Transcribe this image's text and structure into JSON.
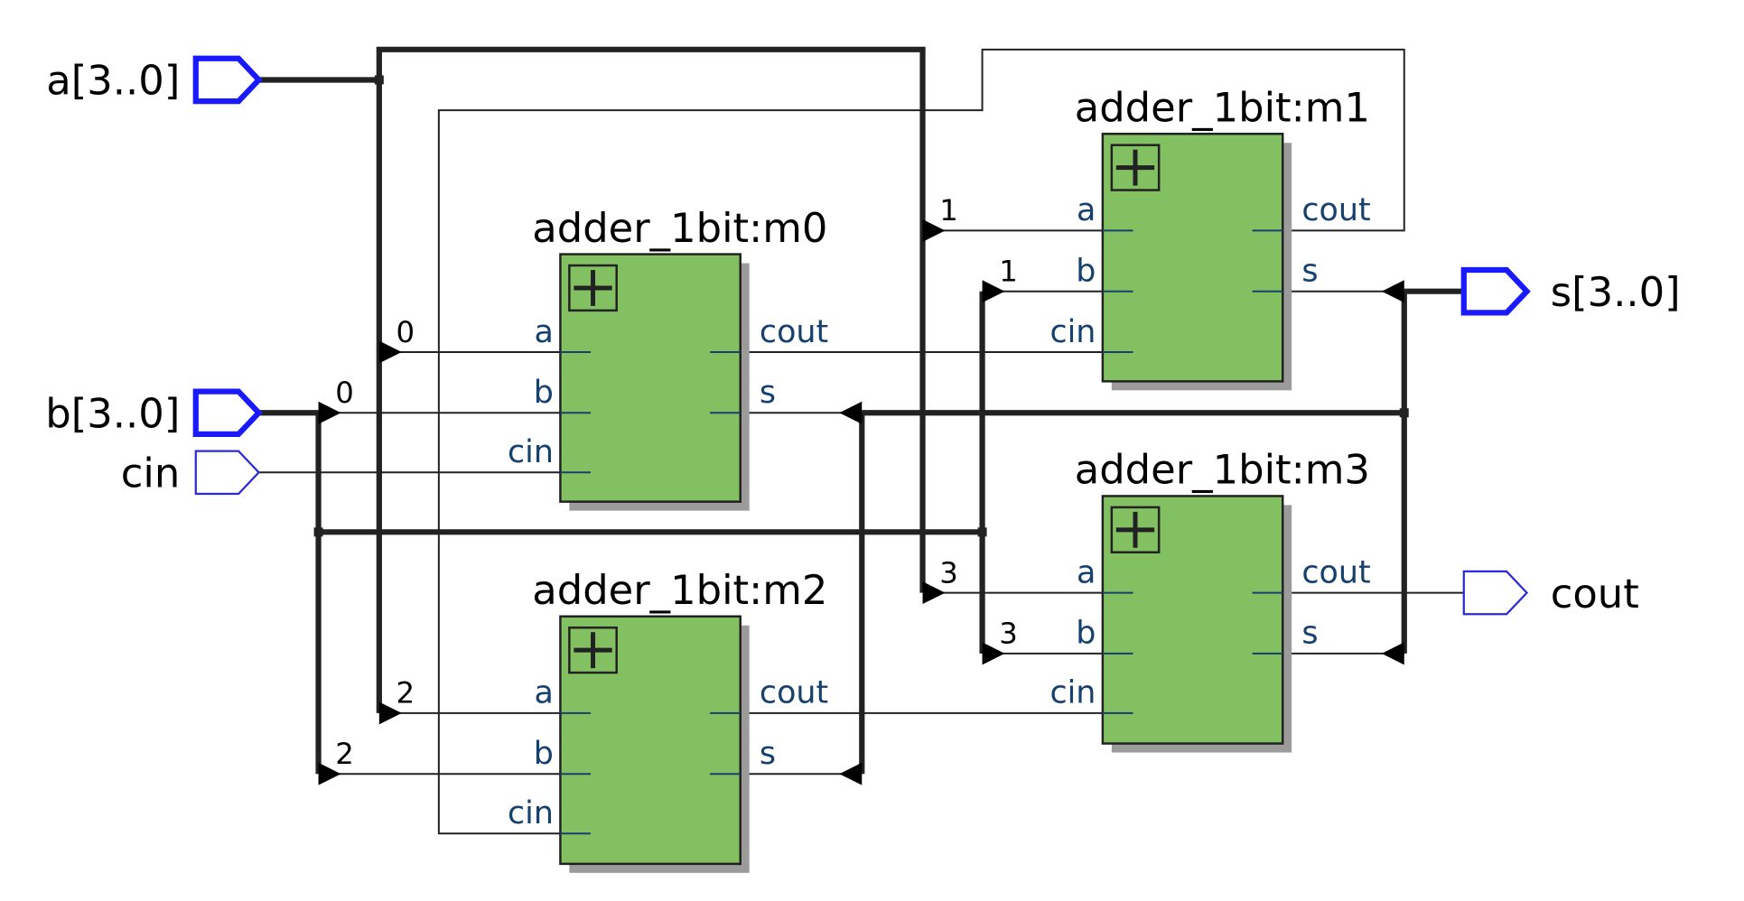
{
  "ports": {
    "a_bus": "a[3..0]",
    "b_bus": "b[3..0]",
    "cin": "cin",
    "s_bus": "s[3..0]",
    "cout": "cout"
  },
  "modules": [
    {
      "title": "adder_1bit:m0",
      "pins": {
        "a": "a",
        "b": "b",
        "cin": "cin",
        "cout": "cout",
        "s": "s"
      }
    },
    {
      "title": "adder_1bit:m1",
      "pins": {
        "a": "a",
        "b": "b",
        "cin": "cin",
        "cout": "cout",
        "s": "s"
      }
    },
    {
      "title": "adder_1bit:m2",
      "pins": {
        "a": "a",
        "b": "b",
        "cin": "cin",
        "cout": "cout",
        "s": "s"
      }
    },
    {
      "title": "adder_1bit:m3",
      "pins": {
        "a": "a",
        "b": "b",
        "cin": "cin",
        "cout": "cout",
        "s": "s"
      }
    }
  ],
  "bit_labels": {
    "m0_a": "0",
    "m0_b": "0",
    "m1_a": "1",
    "m1_b": "1",
    "m2_a": "2",
    "m2_b": "2",
    "m3_a": "3",
    "m3_b": "3"
  },
  "colors": {
    "module_fill": "#83c061",
    "bus_port_stroke": "#1a1aff",
    "pin_text": "#16406e",
    "wire": "#222222"
  },
  "icons": {
    "module_symbol": "plus-icon"
  }
}
